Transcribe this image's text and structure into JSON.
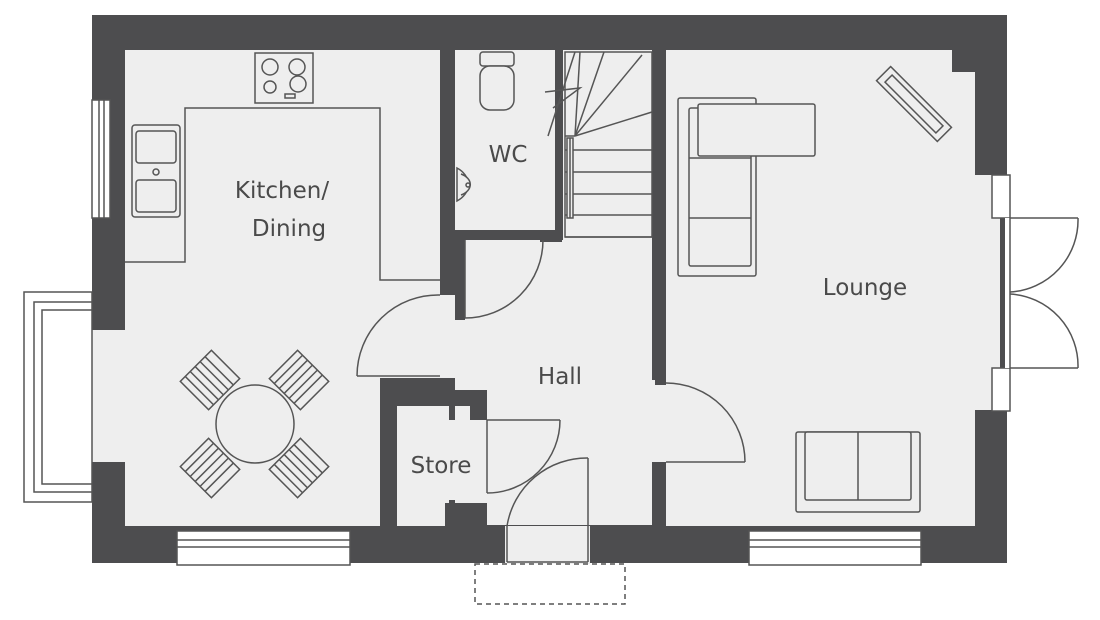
{
  "rooms": {
    "kitchen_line1": "Kitchen/",
    "kitchen_line2": "Dining",
    "wc": "WC",
    "hall": "Hall",
    "store": "Store",
    "lounge": "Lounge"
  },
  "colors": {
    "wall": "#4d4d4f",
    "floor": "#eeeeee",
    "line": "#555555",
    "fixture_fill": "#eeeeee",
    "background": "#ffffff"
  },
  "icons": [
    "hob-icon",
    "sink-icon",
    "toilet-icon",
    "basin-icon",
    "stairs-icon",
    "sofa-icon",
    "tv-icon",
    "table-icon",
    "chair-icon",
    "door-swing-icon",
    "window-icon"
  ]
}
